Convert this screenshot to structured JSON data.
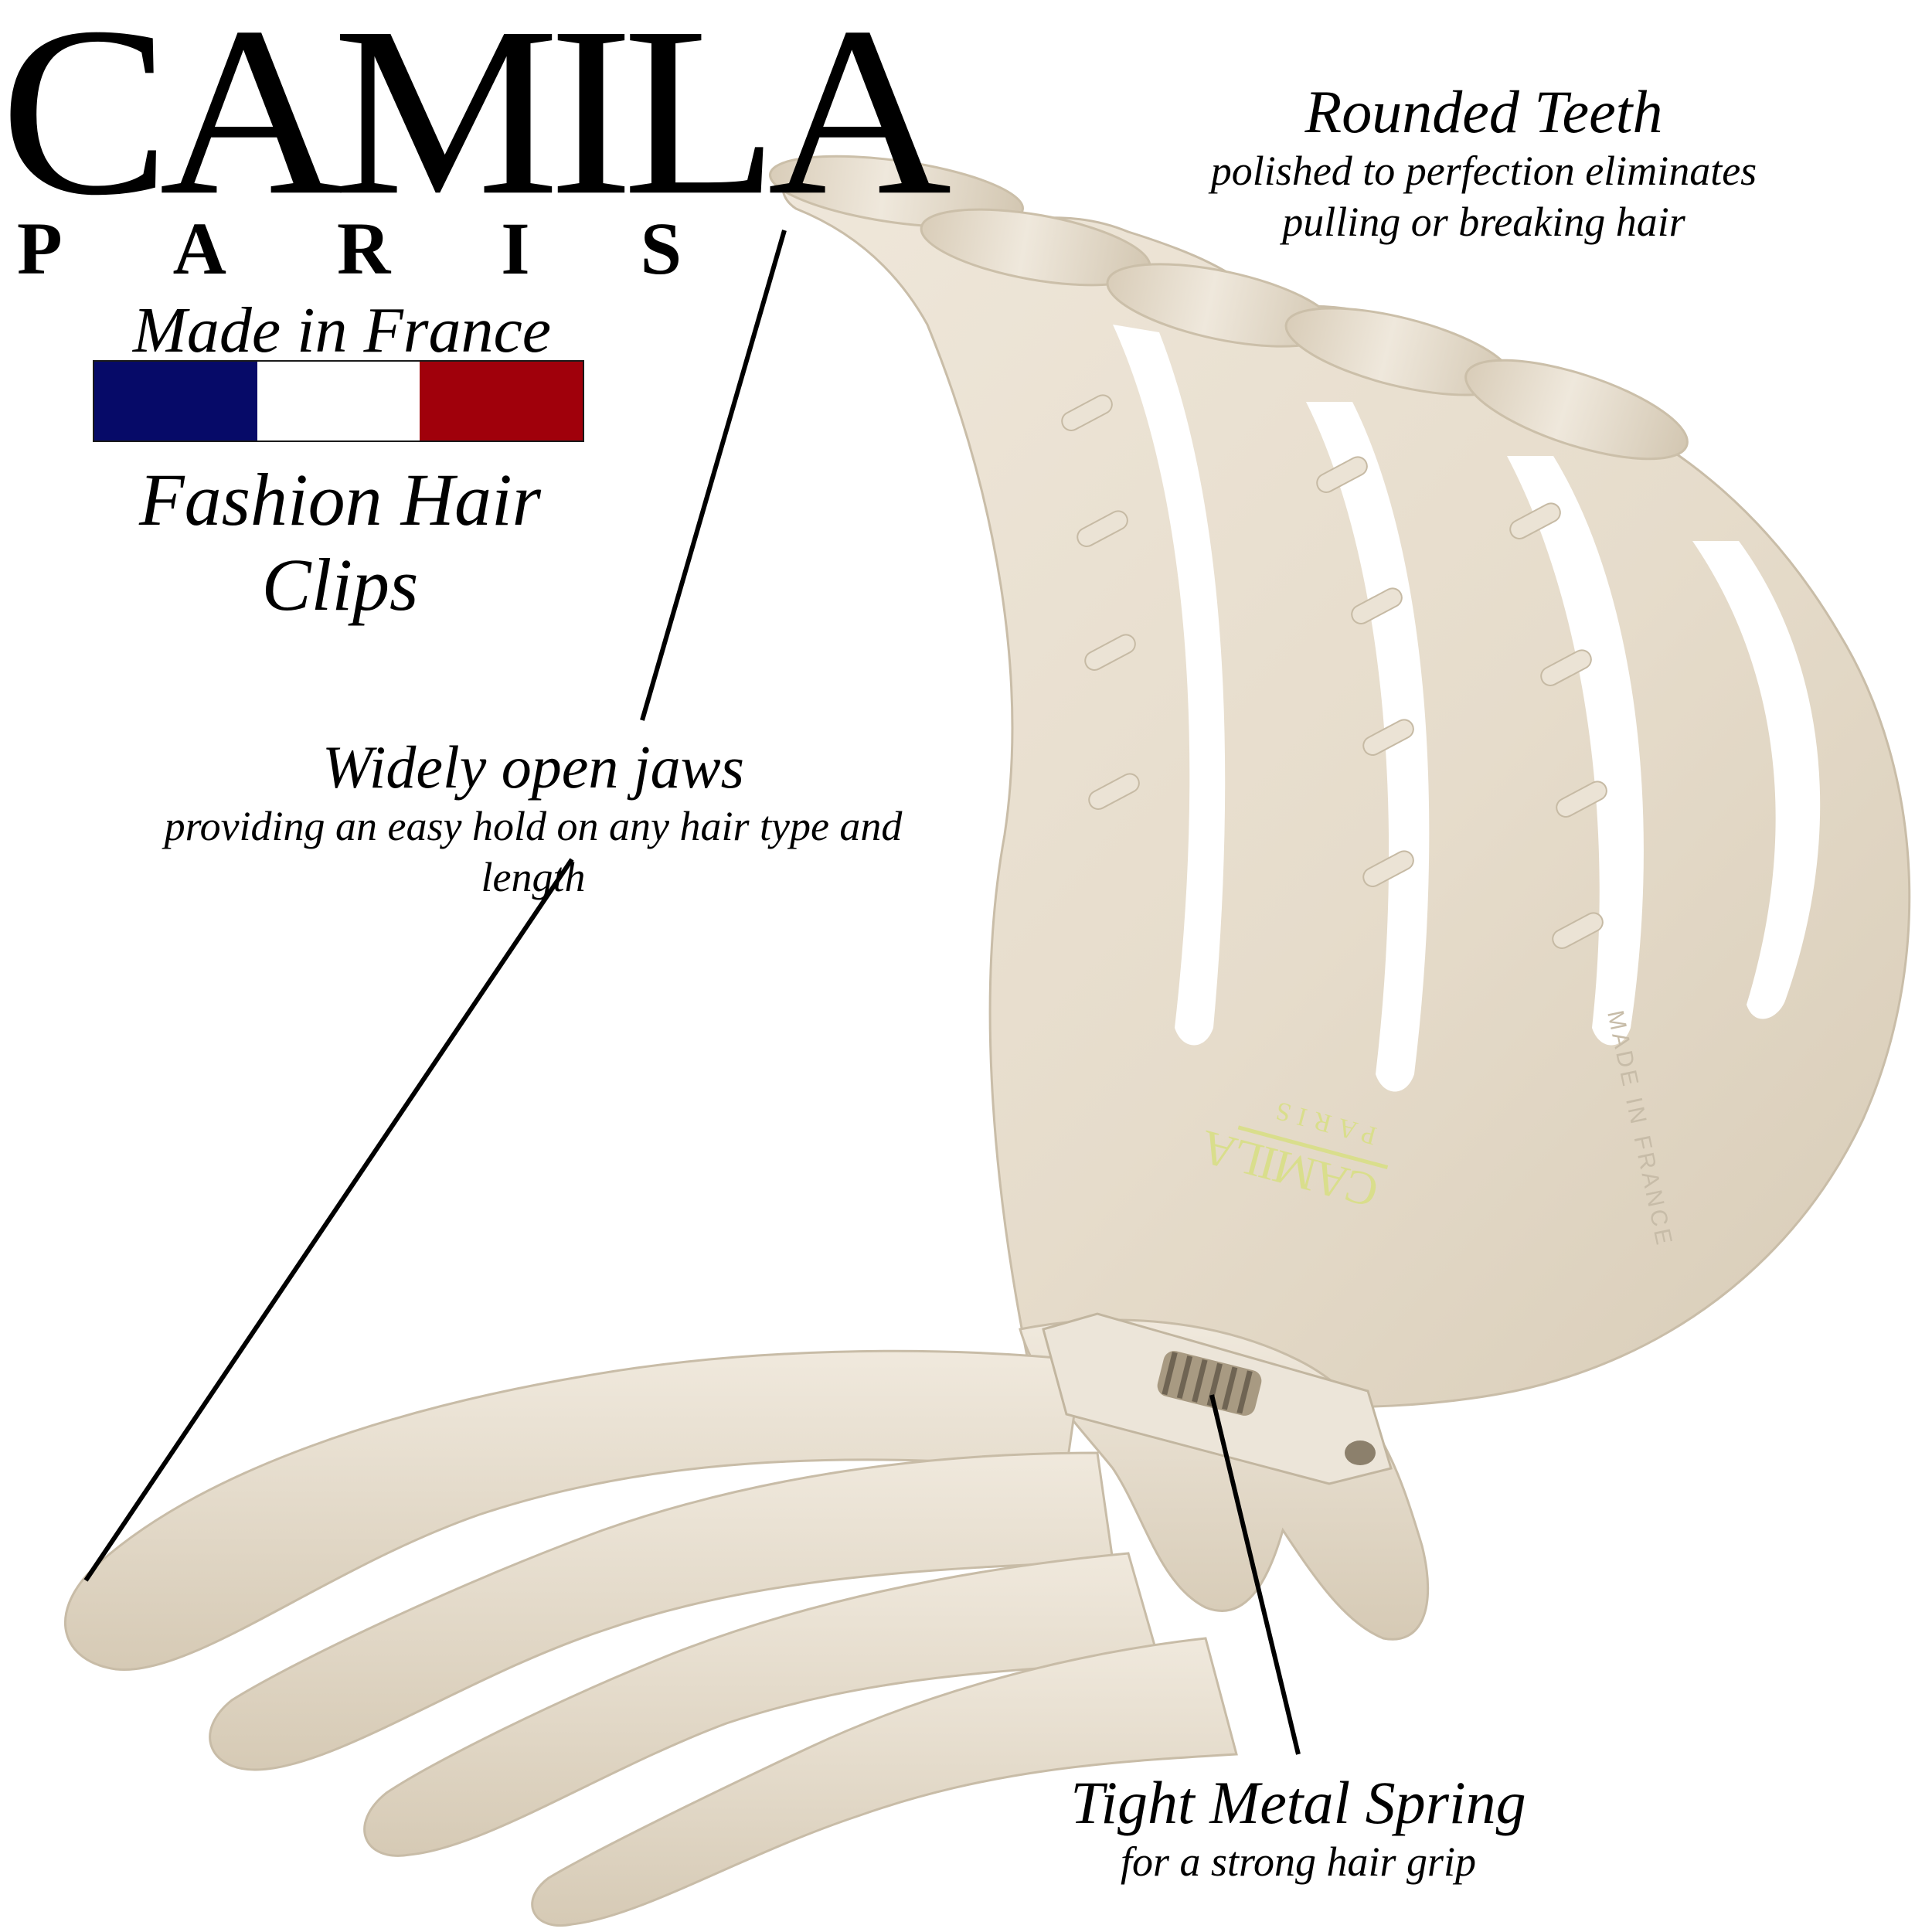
{
  "brand": {
    "name": "CAMILA",
    "city_letters": [
      "P",
      "A",
      "R",
      "I",
      "S"
    ],
    "origin_label": "Made in France",
    "tagline": "Fashion Hair Clips",
    "flag": {
      "stripes": [
        {
          "name": "blue",
          "color": "#060a68"
        },
        {
          "name": "white",
          "color": "#ffffff"
        },
        {
          "name": "red",
          "color": "#a0000b"
        }
      ]
    }
  },
  "product": {
    "color_base": "#e9e0d1",
    "color_shadow": "#cdc2ae",
    "color_highlight": "#f7f3ec",
    "embossed_logo_color": "#d9de8c",
    "embossed_logo_text": "CAMILA PARIS",
    "embossed_origin_text": "MADE IN FRANCE"
  },
  "callouts": [
    {
      "id": "teeth",
      "title": "Rounded Teeth",
      "lines": [
        "polished to perfection eliminates",
        "pulling or breaking hair"
      ]
    },
    {
      "id": "jaws",
      "title": "Widely open jaws",
      "lines": [
        "providing an easy hold on any hair type and length"
      ]
    },
    {
      "id": "spring",
      "title": "Tight Metal Spring",
      "lines": [
        "for a strong hair grip"
      ]
    }
  ],
  "leader_line_color": "#000000"
}
